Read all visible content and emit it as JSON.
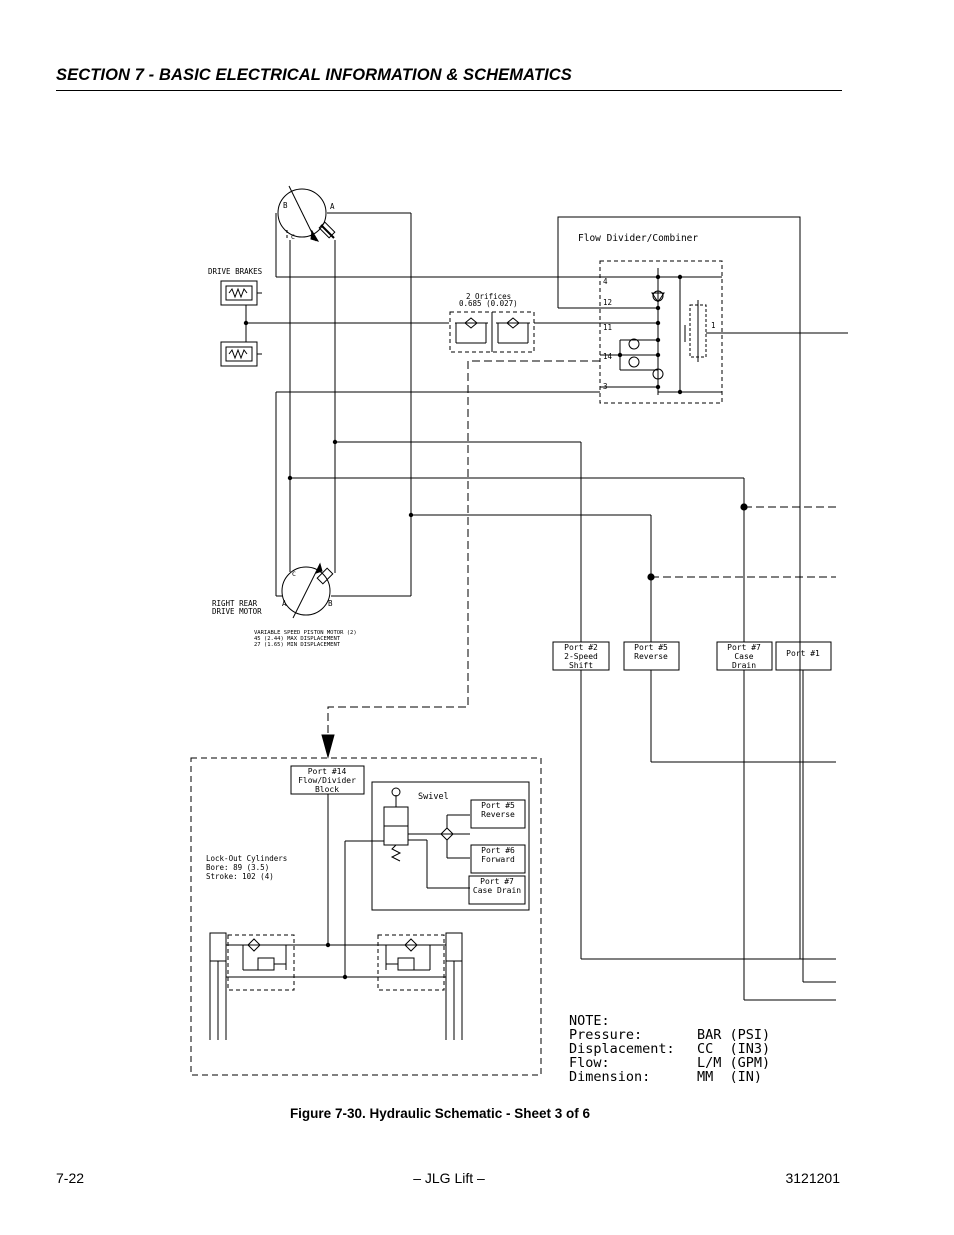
{
  "header": {
    "section_title": "SECTION 7 - BASIC ELECTRICAL INFORMATION & SCHEMATICS"
  },
  "diagram": {
    "drive_brakes": "DRIVE BRAKES",
    "orifices_line1": "2 Orifices",
    "orifices_line2": "0.685 (0.027)",
    "flow_divider_title": "Flow Divider/Combiner",
    "fd_ports": [
      "4",
      "12",
      "11",
      "14",
      "3"
    ],
    "fd_inner_port": "1",
    "motor_ports_top": {
      "a": "A",
      "b": "B",
      "c": "C"
    },
    "motor_ports_bottom": {
      "a": "A",
      "b": "B",
      "c": "C"
    },
    "right_rear_label_1": "RIGHT REAR",
    "right_rear_label_2": "DRIVE MOTOR",
    "motor_spec_1": "VARIABLE SPEED PISTON MOTOR (2)",
    "motor_spec_2": "45 (2.44) MAX DISPLACEMENT",
    "motor_spec_3": "27 (1.65) MIN DISPLACEMENT",
    "port2": [
      "Port #2",
      "2-Speed",
      "Shift"
    ],
    "port5": [
      "Port #5",
      "Reverse"
    ],
    "port7": [
      "Port #7",
      "Case",
      "Drain"
    ],
    "port1": [
      "Port #1"
    ],
    "port14": [
      "Port #14",
      "Flow/Divider",
      "Block"
    ],
    "swivel": "Swivel",
    "swivel_port5": [
      "Port #5",
      "Reverse"
    ],
    "swivel_port6": [
      "Port #6",
      "Forward"
    ],
    "swivel_port7": [
      "Port #7",
      "Case Drain"
    ],
    "lockout": [
      "Lock-Out Cylinders",
      "Bore: 89 (3.5)",
      "Stroke: 102 (4)"
    ],
    "note": {
      "title": "NOTE:",
      "rows": [
        [
          "Pressure:",
          "BAR (PSI)"
        ],
        [
          "Displacement:",
          "CC  (IN3)"
        ],
        [
          "Flow:",
          "L/M (GPM)"
        ],
        [
          "Dimension:",
          "MM  (IN)"
        ]
      ]
    }
  },
  "caption": "Figure 7-30.  Hydraulic Schematic - Sheet 3 of 6",
  "footer": {
    "page": "7-22",
    "brand": "– JLG Lift –",
    "doc_number": "3121201"
  }
}
